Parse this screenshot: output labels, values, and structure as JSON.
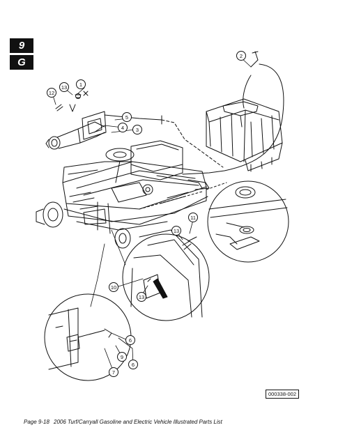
{
  "section_tabs": {
    "chapter": "9",
    "section": "G"
  },
  "callouts": [
    "1",
    "2",
    "3",
    "4",
    "5",
    "6",
    "6",
    "7",
    "9",
    "10",
    "11",
    "12",
    "13",
    "13",
    "13"
  ],
  "figure_id": "000338-002",
  "footer": {
    "page": "Page 9-18",
    "title": "2006 Turf/Carryall Gasoline and Electric Vehicle Illustrated Parts List"
  }
}
